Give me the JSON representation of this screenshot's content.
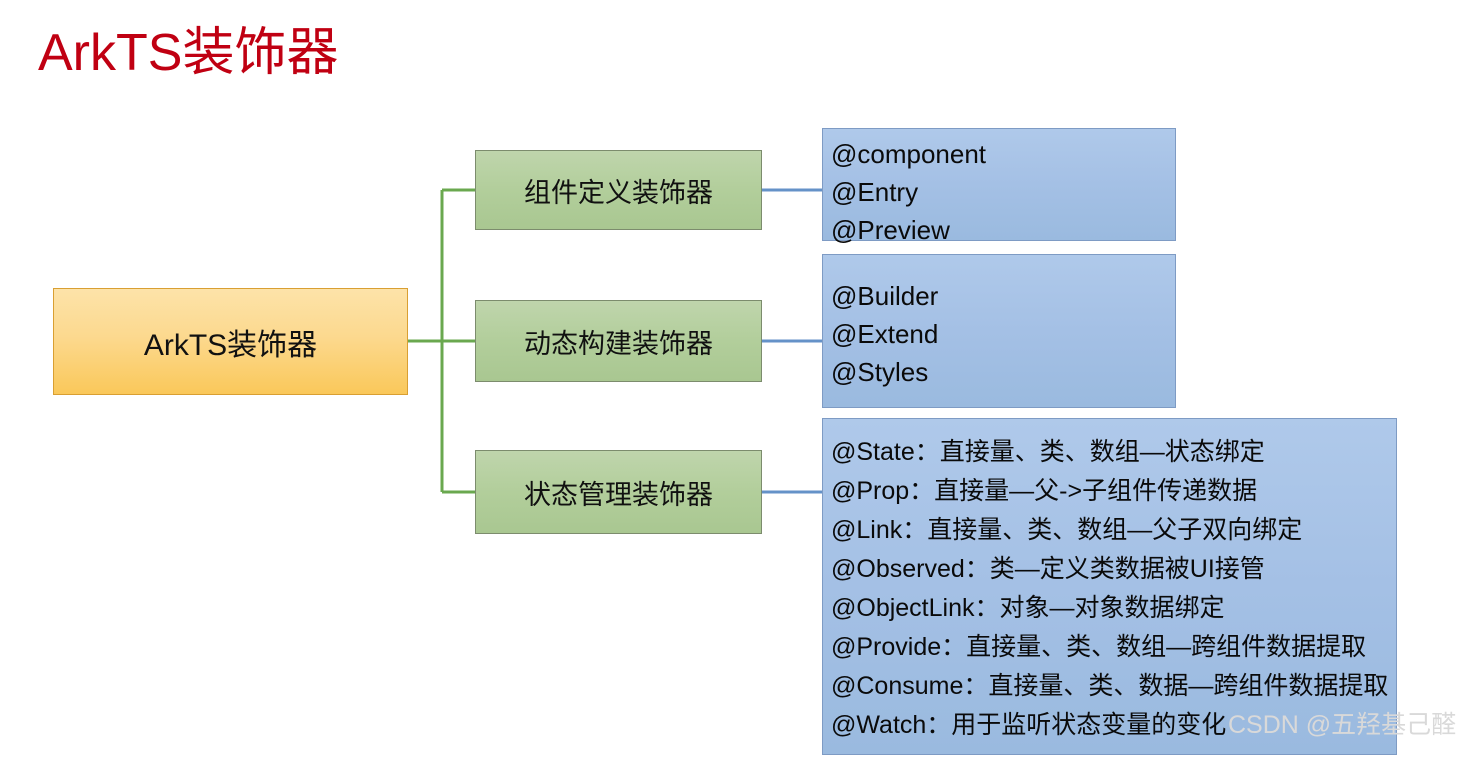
{
  "title": "ArkTS装饰器",
  "root": {
    "label": "ArkTS装饰器"
  },
  "branches": [
    {
      "label": "组件定义装饰器"
    },
    {
      "label": "动态构建装饰器"
    },
    {
      "label": "状态管理装饰器"
    }
  ],
  "leaves": [
    {
      "group": "组件定义装饰器",
      "lines": [
        "@component",
        "@Entry",
        "@Preview"
      ]
    },
    {
      "group": "动态构建装饰器",
      "lines": [
        "@Builder",
        "@Extend",
        "@Styles"
      ]
    },
    {
      "group": "状态管理装饰器",
      "lines": [
        "@State：直接量、类、数组—状态绑定",
        "@Prop：直接量—父->子组件传递数据",
        "@Link：直接量、类、数组—父子双向绑定",
        "@Observed：类—定义类数据被UI接管",
        "@ObjectLink：对象—对象数据绑定",
        "@Provide：直接量、类、数组—跨组件数据提取",
        "@Consume：直接量、类、数据—跨组件数据提取",
        "@Watch：用于监听状态变量的变化"
      ]
    }
  ],
  "watermark": "CSDN @五羟基己醛",
  "colors": {
    "title": "#C00012",
    "root_fill": "#FCD98F",
    "root_border": "#D99F32",
    "branch_fill": "#B2CE9B",
    "branch_border": "#7C8C6D",
    "leaf_fill": "#A4C0E5",
    "leaf_border": "#7E9BC4",
    "connector_green": "#6AA84F",
    "connector_blue": "#6592C8",
    "background": "#FFFFFF"
  }
}
